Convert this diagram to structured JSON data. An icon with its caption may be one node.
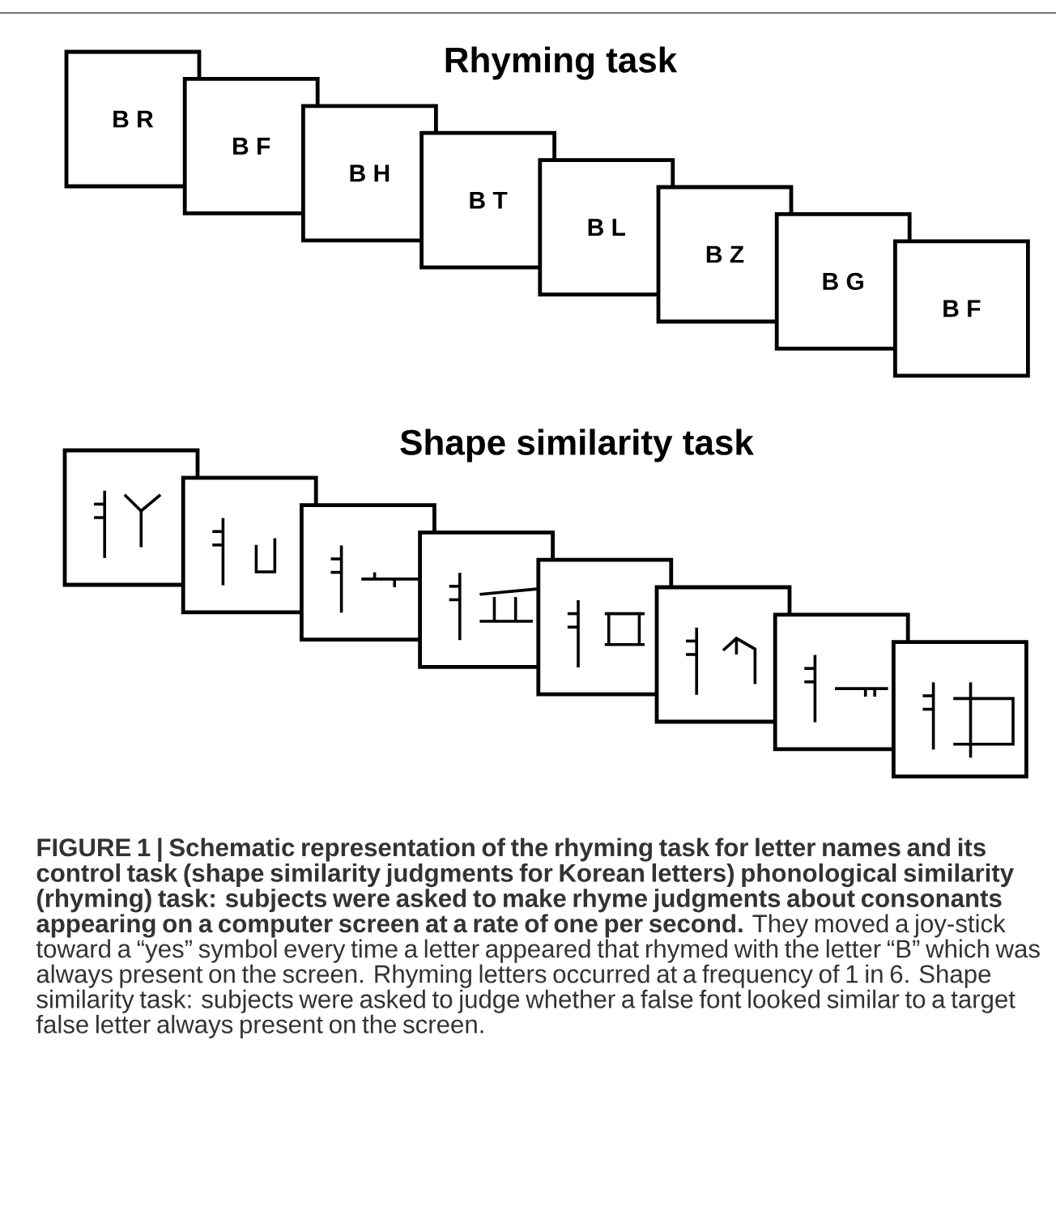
{
  "diagram": {
    "caption": "**FIGURE 1 | Schematic representation of the rhyming task for letter names and its control task (shape similarity judgments for Korean letters) phonological similarity (rhyming) task: subjects were asked to make rhyme judgments about consonants appearing on a computer screen at a rate of one per second.** They moved a joy-stick toward a “yes” symbol every time a letter appeared that rhymed with the letter “B” which was always present on the screen. Rhyming letters occurred at a frequency of 1 in 6. Shape similarity task: subjects were asked to judge whether a false font looked similar to a target false letter always present on the screen.",
    "nodes": [
      {
        "text": [
          "B R"
        ]
      },
      {
        "text": [
          "B F"
        ]
      },
      {
        "text": [
          "B H"
        ]
      },
      {
        "text": [
          "B T"
        ]
      },
      {
        "text": [
          "B L"
        ]
      },
      {
        "text": [
          "B Z"
        ]
      },
      {
        "text": [
          "B G"
        ]
      },
      {
        "text": [
          "B F"
        ]
      },
      {
        "text": [],
        "shape": "picture"
      },
      {
        "text": [],
        "shape": "picture"
      },
      {
        "text": [],
        "shape": "picture"
      },
      {
        "text": [],
        "shape": "picture"
      },
      {
        "text": [],
        "shape": "picture"
      },
      {
        "text": [],
        "shape": "picture"
      },
      {
        "text": [],
        "shape": "picture"
      },
      {
        "text": [],
        "shape": "picture"
      }
    ],
    "labels": [
      "Rhyming task",
      "Shape similarity task"
    ]
  }
}
